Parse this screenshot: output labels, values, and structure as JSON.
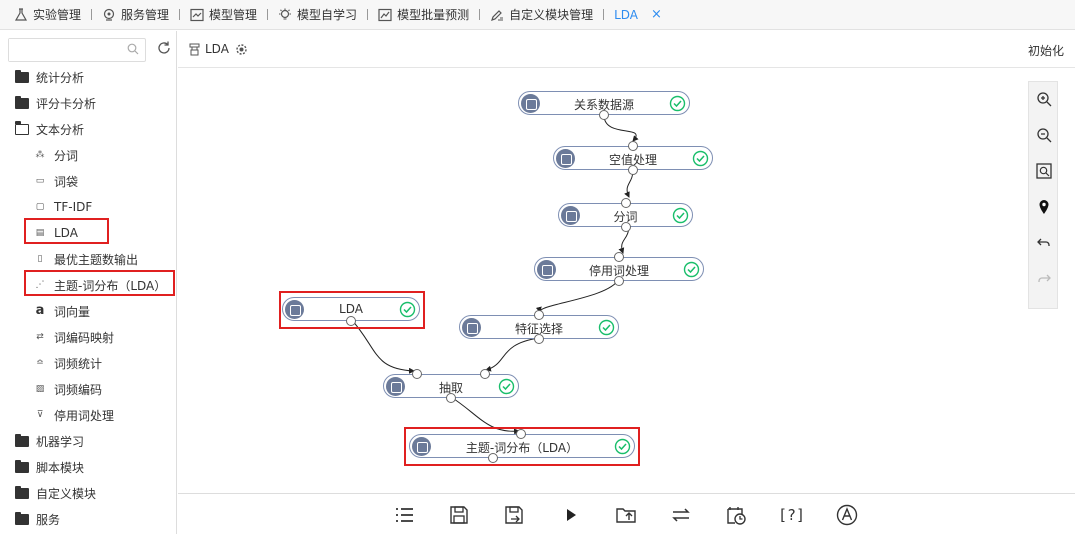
{
  "tabs": [
    {
      "label": "实验管理",
      "icon": "flask-icon"
    },
    {
      "label": "服务管理",
      "icon": "service-icon"
    },
    {
      "label": "模型管理",
      "icon": "model-icon"
    },
    {
      "label": "模型自学习",
      "icon": "bulb-icon"
    },
    {
      "label": "模型批量预测",
      "icon": "chart-icon"
    },
    {
      "label": "自定义模块管理",
      "icon": "edit-icon"
    },
    {
      "label": "LDA",
      "active": true
    }
  ],
  "sidebar": {
    "search_placeholder": "",
    "items": [
      {
        "type": "folder",
        "label": "统计分析"
      },
      {
        "type": "folder",
        "label": "评分卡分析"
      },
      {
        "type": "folder-open",
        "label": "文本分析"
      },
      {
        "type": "leaf",
        "label": "分词",
        "icon": "wave-icon"
      },
      {
        "type": "leaf",
        "label": "词袋",
        "icon": "bag-icon"
      },
      {
        "type": "leaf",
        "label": "TF-IDF",
        "icon": "tfidf-icon"
      },
      {
        "type": "leaf",
        "label": "LDA",
        "icon": "lda-icon",
        "highlighted": true
      },
      {
        "type": "leaf",
        "label": "最优主题数输出",
        "icon": "grid-icon"
      },
      {
        "type": "leaf",
        "label": "主题-词分布（LDA）",
        "icon": "tree-icon",
        "highlighted": true
      },
      {
        "type": "leaf",
        "label": "词向量",
        "icon": "vector-icon"
      },
      {
        "type": "leaf",
        "label": "词编码映射",
        "icon": "map-icon"
      },
      {
        "type": "leaf",
        "label": "词频统计",
        "icon": "stats-icon"
      },
      {
        "type": "leaf",
        "label": "词频编码",
        "icon": "encode-icon"
      },
      {
        "type": "leaf",
        "label": "停用词处理",
        "icon": "filter-icon"
      },
      {
        "type": "folder",
        "label": "机器学习"
      },
      {
        "type": "folder",
        "label": "脚本模块"
      },
      {
        "type": "folder",
        "label": "自定义模块"
      },
      {
        "type": "folder",
        "label": "服务"
      }
    ]
  },
  "canvas_header": {
    "title": "LDA",
    "init_label": "初始化"
  },
  "nodes": [
    {
      "id": "n1",
      "label": "关系数据源",
      "status": "success"
    },
    {
      "id": "n2",
      "label": "空值处理",
      "status": "success"
    },
    {
      "id": "n3",
      "label": "分词",
      "status": "success"
    },
    {
      "id": "n4",
      "label": "停用词处理",
      "status": "success"
    },
    {
      "id": "n5",
      "label": "LDA",
      "status": "success",
      "highlighted": true
    },
    {
      "id": "n6",
      "label": "特征选择",
      "status": "success"
    },
    {
      "id": "n7",
      "label": "抽取",
      "status": "success"
    },
    {
      "id": "n8",
      "label": "主题-词分布（LDA）",
      "status": "success",
      "highlighted": true
    }
  ],
  "right_toolbar": [
    "zoom-in-icon",
    "zoom-out-icon",
    "fit-icon",
    "locate-icon",
    "undo-icon",
    "redo-icon"
  ],
  "bottom_toolbar": [
    "list-icon",
    "save-icon",
    "save-as-icon",
    "run-icon",
    "export-icon",
    "swap-icon",
    "schedule-icon",
    "help-icon",
    "auto-layout-icon"
  ],
  "bottom_help_label": "[?]",
  "colors": {
    "accent": "#2d8cf0",
    "highlight": "#e02020",
    "node_border": "#7e8fb3",
    "success": "#19be6b"
  }
}
